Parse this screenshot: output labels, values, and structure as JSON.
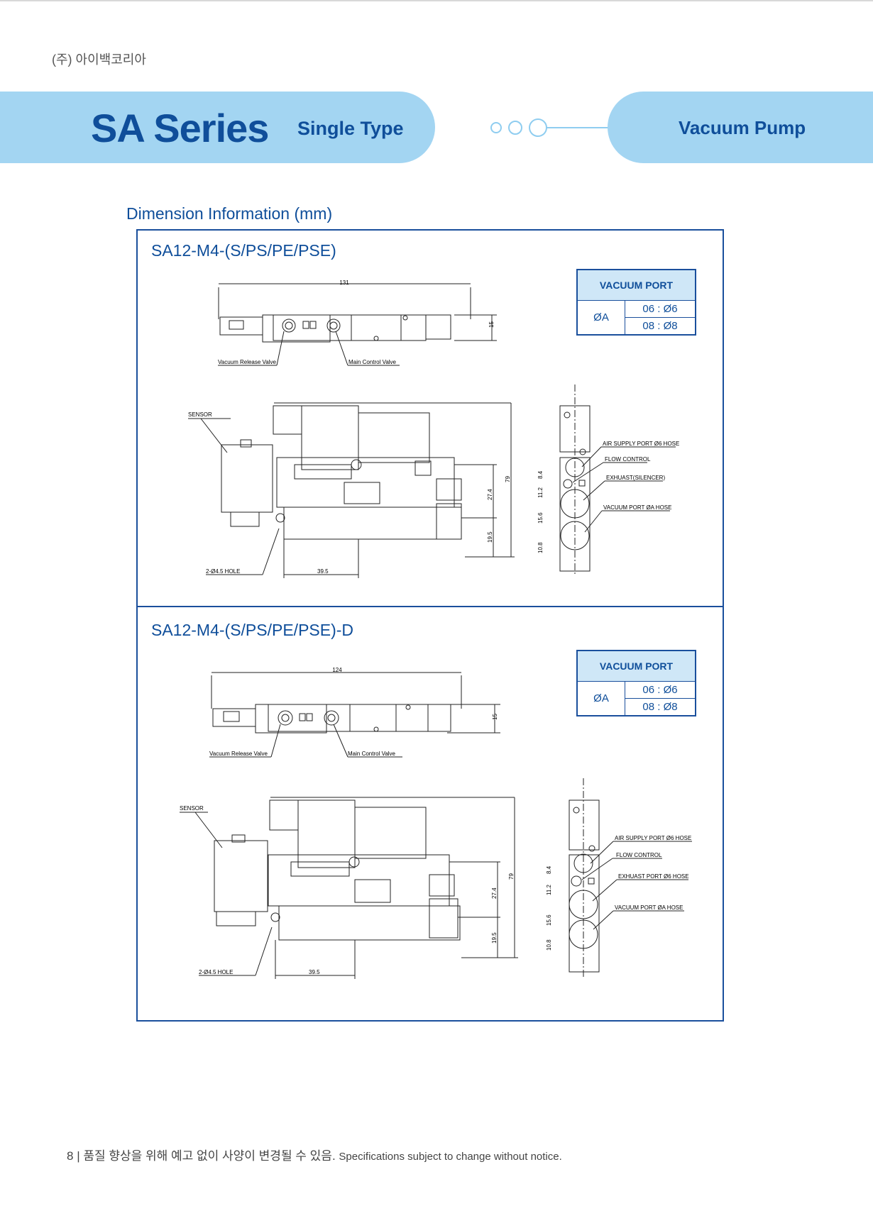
{
  "header": {
    "company": "(주) 아이백코리아",
    "series_title": "SA Series",
    "type_label": "Single Type",
    "category": "Vacuum Pump"
  },
  "section": {
    "title": "Dimension Information (mm)"
  },
  "models": [
    {
      "name": "SA12-M4-(S/PS/PE/PSE)",
      "port_table": {
        "header": "VACUUM PORT",
        "row_label": "ØA",
        "options": [
          "06 : Ø6",
          "08 : Ø8"
        ]
      },
      "top_view": {
        "width_dim": "131",
        "height_dim": "15",
        "label_left": "Vacuum Release Valve",
        "label_right": "Main Control Valve"
      },
      "side_view": {
        "sensor": "SENSOR",
        "hole": "2-Ø4.5 HOLE",
        "dim_bottom": "39.5",
        "dim_a": "27.4",
        "dim_b": "79",
        "dim_c": "19.5"
      },
      "end_view": {
        "air_supply": "AIR SUPPLY PORT Ø6 HOSE",
        "flow_control": "FLOW CONTROL",
        "exhaust": "EXHUAST(SILENCER)",
        "vacuum_port": "VACUUM PORT ØA HOSE",
        "dims": [
          "8.4",
          "11.2",
          "15.6",
          "10.8"
        ]
      }
    },
    {
      "name": "SA12-M4-(S/PS/PE/PSE)-D",
      "port_table": {
        "header": "VACUUM PORT",
        "row_label": "ØA",
        "options": [
          "06 : Ø6",
          "08 : Ø8"
        ]
      },
      "top_view": {
        "width_dim": "124",
        "height_dim": "15",
        "label_left": "Vacuum Release Valve",
        "label_right": "Main Control Valve"
      },
      "side_view": {
        "sensor": "SENSOR",
        "hole": "2-Ø4.5 HOLE",
        "dim_bottom": "39.5",
        "dim_a": "27.4",
        "dim_b": "79",
        "dim_c": "19.5"
      },
      "end_view": {
        "air_supply": "AIR SUPPLY PORT Ø6 HOSE",
        "flow_control": "FLOW CONTROL",
        "exhaust": "EXHUAST PORT Ø6 HOSE",
        "vacuum_port": "VACUUM PORT ØA HOSE",
        "dims": [
          "8.4",
          "11.2",
          "15.6",
          "10.8"
        ]
      }
    }
  ],
  "footer": {
    "page": "8",
    "separator": "|",
    "notice_ko": "품질 향상을 위해 예고 없이 사양이 변경될 수 있음.",
    "notice_en": "Specifications subject to change without notice."
  },
  "colors": {
    "brand": "#0f4e9a",
    "band": "#a3d5f2",
    "table_header": "#cfe7f7"
  }
}
